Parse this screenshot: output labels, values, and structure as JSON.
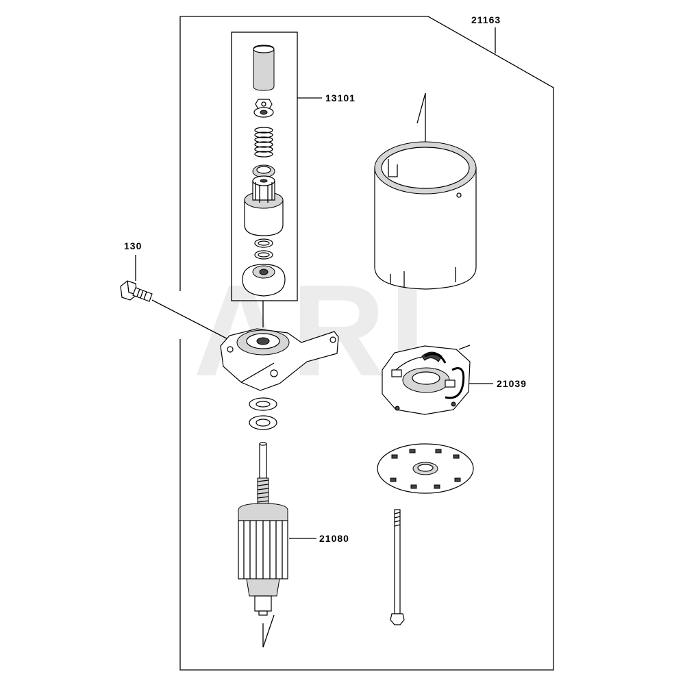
{
  "diagram": {
    "watermark": "ARI",
    "callouts": [
      {
        "id": "assembly",
        "label": "21163"
      },
      {
        "id": "drive",
        "label": "13101"
      },
      {
        "id": "bolt",
        "label": "130"
      },
      {
        "id": "brush",
        "label": "21039"
      },
      {
        "id": "armature",
        "label": "21080"
      }
    ]
  }
}
